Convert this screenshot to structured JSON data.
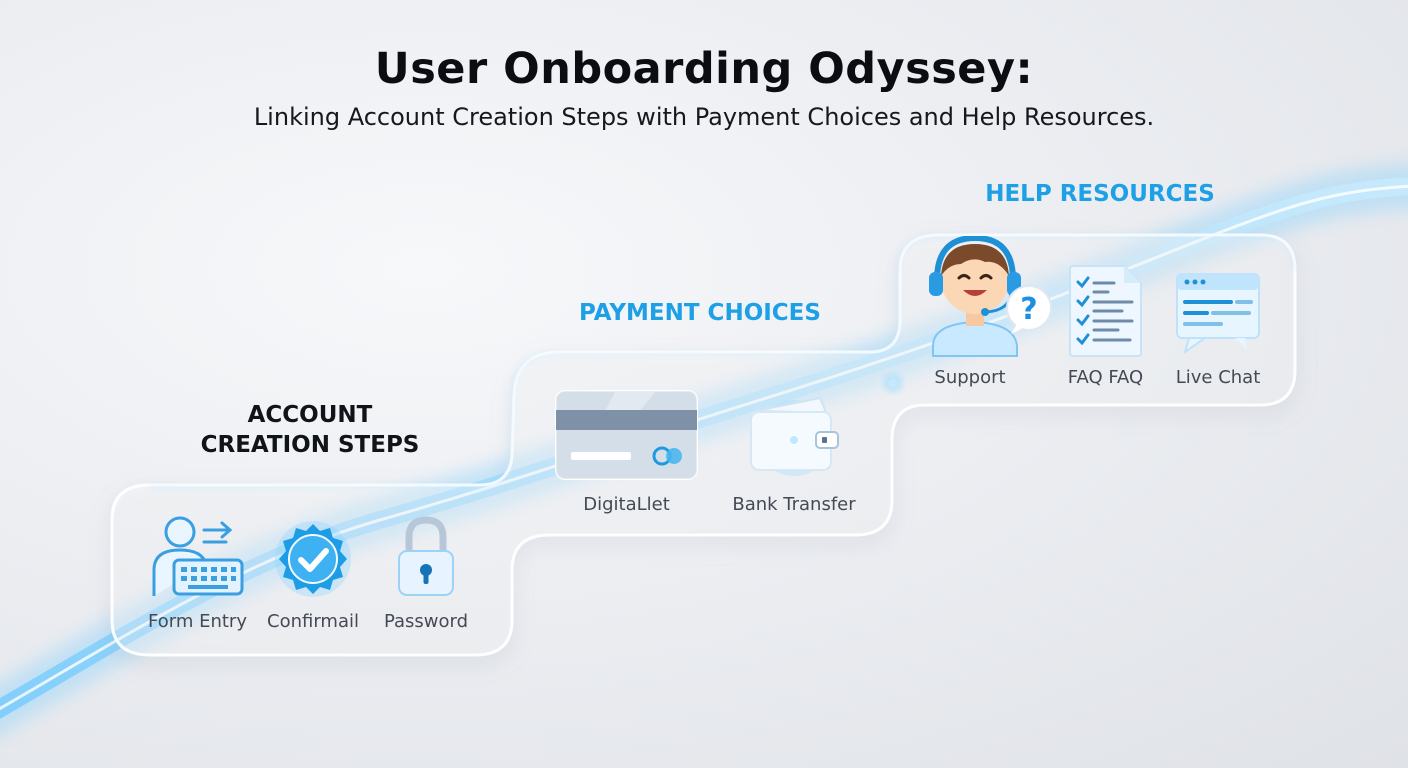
{
  "header": {
    "title": "User Onboarding Odyssey:",
    "subtitle": "Linking Account Creation Steps with Payment Choices and Help Resources."
  },
  "sections": {
    "account": {
      "title_line1": "ACCOUNT",
      "title_line2": "CREATION STEPS",
      "items": [
        "Form Entry",
        "Confirmail",
        "Password"
      ]
    },
    "payment": {
      "title": "PAYMENT CHOICES",
      "items": [
        "DigitaLlet",
        "Bank Transfer"
      ]
    },
    "help": {
      "title": "HELP RESOURCES",
      "items": [
        "Support",
        "FAQ FAQ",
        "Live Chat"
      ]
    }
  },
  "icons": {
    "form_entry": "person-keyboard-icon",
    "confirmail": "check-badge-icon",
    "password": "padlock-icon",
    "digital_wallet": "credit-card-icon",
    "bank_transfer": "wallet-icon",
    "support": "headset-agent-icon",
    "faq": "checklist-document-icon",
    "live_chat": "chat-window-icon"
  },
  "colors": {
    "accent": "#1ea0e6",
    "glow": "#8fd3ff",
    "title": "#0b0d12"
  }
}
